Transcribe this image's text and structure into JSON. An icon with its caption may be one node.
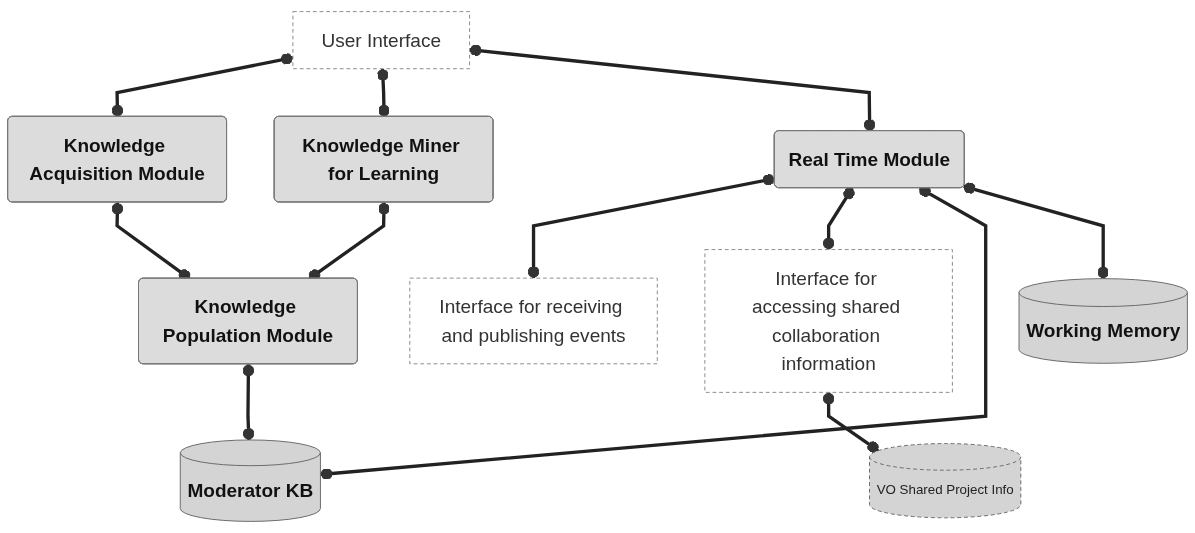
{
  "diagram": {
    "nodes": [
      {
        "text": [
          "User Interface"
        ]
      },
      {
        "text": [
          "Interface for receiving and publishing events"
        ]
      },
      {
        "text": [
          "Knowledge Acquisition Module"
        ]
      },
      {
        "text": [
          "Knowledge Miner for Learning"
        ]
      },
      {
        "text": [
          "Real Time Module"
        ]
      },
      {
        "text": [
          "Interface for accessing shared collaboration information"
        ]
      },
      {
        "text": [
          "Knowledge Population Module"
        ]
      },
      {
        "text": [
          "Moderator KB"
        ]
      },
      {
        "text": [
          "Working Memory"
        ]
      },
      {
        "text": [
          "VO Shared Project Info"
        ]
      }
    ],
    "edges": [
      {
        "from": 0,
        "to": 2,
        "arrow": "other"
      },
      {
        "from": 0,
        "to": 3,
        "arrow": "other"
      },
      {
        "from": 0,
        "to": 4,
        "arrow": "other"
      },
      {
        "from": 2,
        "to": 6,
        "arrow": "other"
      },
      {
        "from": 3,
        "to": 6,
        "arrow": "other"
      },
      {
        "from": 4,
        "to": 1,
        "arrow": "other"
      },
      {
        "from": 4,
        "to": 5,
        "arrow": "other"
      },
      {
        "from": 6,
        "to": 7,
        "arrow": "other"
      },
      {
        "from": 4,
        "to": 7,
        "arrow": "other"
      },
      {
        "from": 4,
        "to": 8,
        "arrow": "other"
      },
      {
        "from": 5,
        "to": 9,
        "arrow": "other"
      }
    ]
  }
}
